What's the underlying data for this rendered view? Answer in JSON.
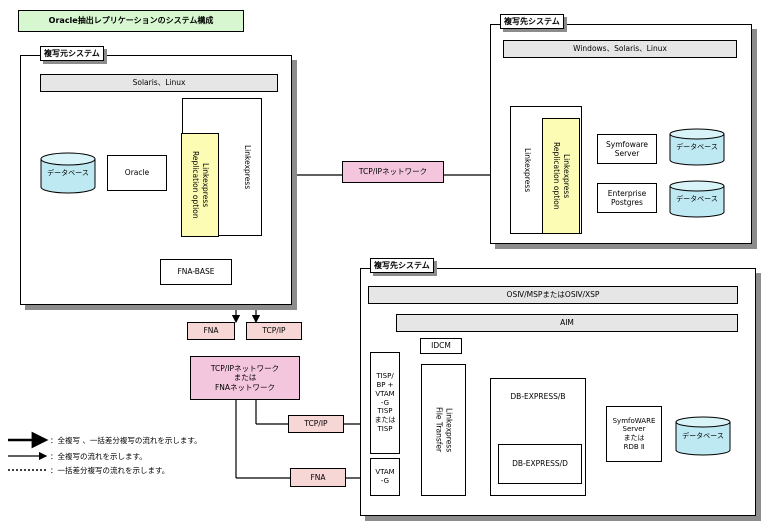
{
  "title": "Oracle抽出レプリケーションのシステム構成",
  "source_system": {
    "label": "複写元システム",
    "os": "Solaris、Linux",
    "db": "データベース",
    "oracle": "Oracle",
    "replication_option": "Linkexpress\nReplication option",
    "linkexpress": "Linkexpress",
    "fna_base": "FNA-BASE"
  },
  "target_system_1": {
    "label": "複写先システム",
    "os": "Windows、Solaris、Linux",
    "linkexpress": "Linkexpress",
    "replication_option": "Linkexpress\nReplication option",
    "symfoware": "Symfoware\nServer",
    "enterprise_postgres": "Enterprise\nPostgres",
    "db1": "データベース",
    "db2": "データベース"
  },
  "target_system_2": {
    "label": "複写先システム",
    "os": "OSⅣ/MSPまたはOSⅣ/XSP",
    "aim": "AIM",
    "idcm": "IDCM",
    "tisp": "TISP/\nBP +\nVTAM\n-G\nTISP\nまたは\nTISP",
    "vtam": "VTAM\n-G",
    "file_transfer": "Linkexpress\nFile Transfer",
    "db_express_b": "DB-EXPRESS/B",
    "db_express_d": "DB-EXPRESS/D",
    "symfoware": "SymfoWARE\nServer\nまたは\nRDB Ⅱ",
    "db": "データベース"
  },
  "network": {
    "tcpip": "TCP/IPネットワーク",
    "combined": "TCP/IPネットワーク\nまたは\nFNAネットワーク",
    "fna_tag": "FNA",
    "tcpip_tag": "TCP/IP",
    "tcpip_tag2": "TCP/IP",
    "fna_tag2": "FNA"
  },
  "legend": [
    "：全複写 、一括差分複写の流れを示します。",
    "：全複写の流れを示します。",
    "：一括差分複写の流れを示します。"
  ]
}
